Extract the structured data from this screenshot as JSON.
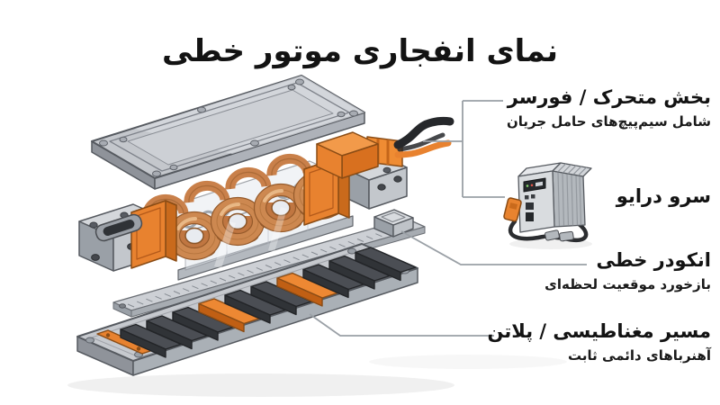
{
  "title": "نمای انفجاری موتور خطی",
  "callouts": {
    "forcer": {
      "title": "بخش متحرک / فورسر",
      "subtitle": "شامل سیم‌پیچ‌های حامل جریان"
    },
    "servo_drive": {
      "title": "سرو درایو"
    },
    "linear_encoder": {
      "title": "انکودر خطی",
      "subtitle": "بازخورد موقعیت لحظه‌ای"
    },
    "magnet_track": {
      "title": "مسیر مغناطیسی / پلاتن",
      "subtitle": "آهنرباهای دائمی ثابت"
    }
  },
  "illustration_parts": {
    "top_cover_plate": "top-cover-plate",
    "forcer_coil_assembly": "forcer-coil-assembly",
    "linear_encoder_strip": "linear-encoder-strip",
    "magnet_track_plate": "magnet-track-plate",
    "servo_drive_unit": "servo-drive-unit"
  },
  "colors": {
    "accent_orange": "#E8822F",
    "copper": "#C5804A",
    "metal_light": "#C9CCD1",
    "magnet_dark": "#45484E",
    "leader_gray": "#9AA0A6",
    "text": "#131313",
    "background": "#FFFFFF"
  }
}
